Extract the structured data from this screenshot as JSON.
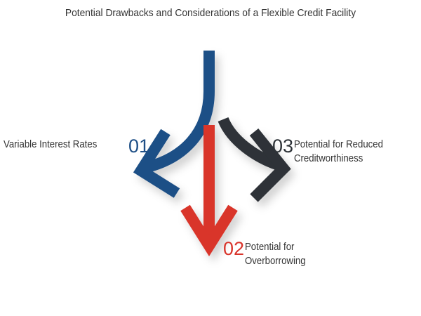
{
  "title": "Potential Drawbacks and Considerations of a Flexible Credit Facility",
  "items": [
    {
      "number": "01",
      "label": "Variable Interest Rates",
      "color": "#1e4f86"
    },
    {
      "number": "02",
      "label_line1": "Potential for",
      "label_line2": "Overborrowing",
      "color": "#d9342b"
    },
    {
      "number": "03",
      "label_line1": "Potential for Reduced",
      "label_line2": "Creditworthiness",
      "color": "#2d3237"
    }
  ]
}
